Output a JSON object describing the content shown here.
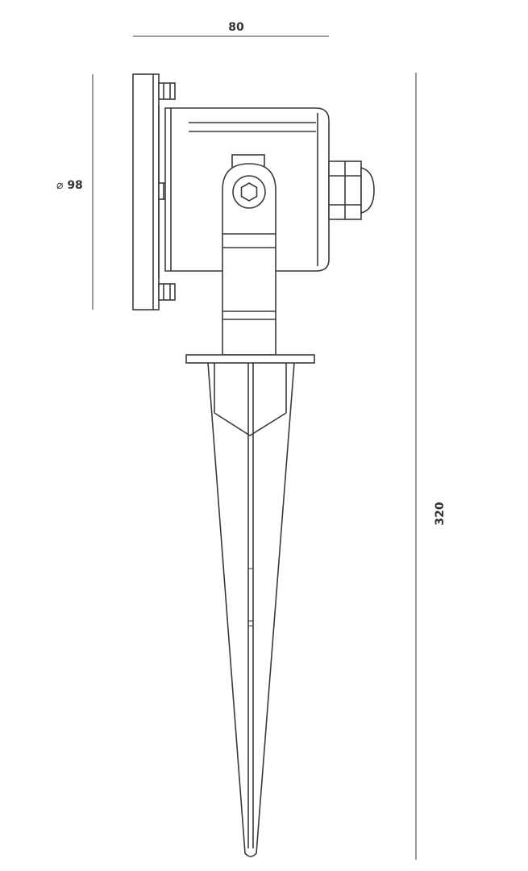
{
  "dimensions": {
    "width": {
      "value": "80"
    },
    "diameter": {
      "symbol": "⌀",
      "value": "98"
    },
    "height": {
      "value": "320"
    }
  },
  "colors": {
    "line": "#3a3a3a",
    "text": "#333333",
    "background": "#ffffff"
  }
}
